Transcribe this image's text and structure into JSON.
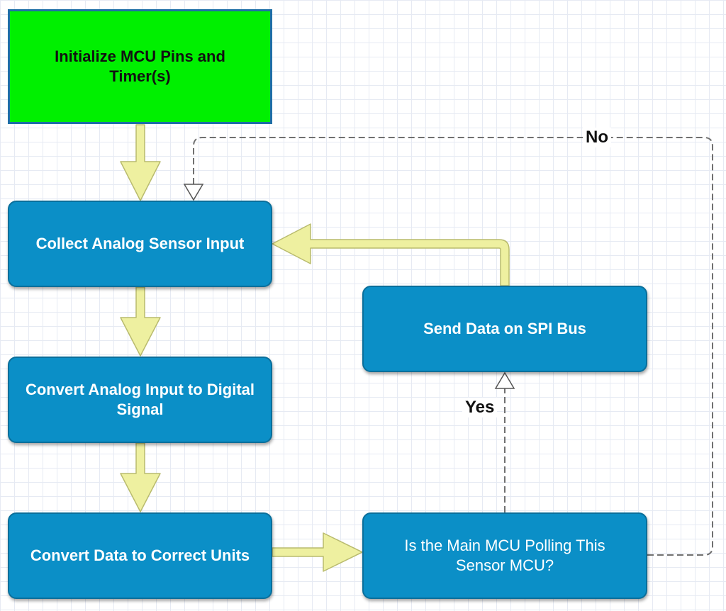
{
  "diagram": {
    "nodes": {
      "init": "Initialize MCU Pins and Timer(s)",
      "collect": "Collect Analog Sensor Input",
      "convert_adc": "Convert Analog Input to Digital Signal",
      "convert_units": "Convert Data to Correct Units",
      "decision": "Is the Main MCU Polling This Sensor MCU?",
      "send": "Send Data on SPI Bus"
    },
    "edge_labels": {
      "no": "No",
      "yes": "Yes"
    }
  },
  "colors": {
    "process_fill": "#0b8fc7",
    "start_fill": "#00f000",
    "flow_arrow": "#eef0a0",
    "dashed_line": "#707070"
  }
}
